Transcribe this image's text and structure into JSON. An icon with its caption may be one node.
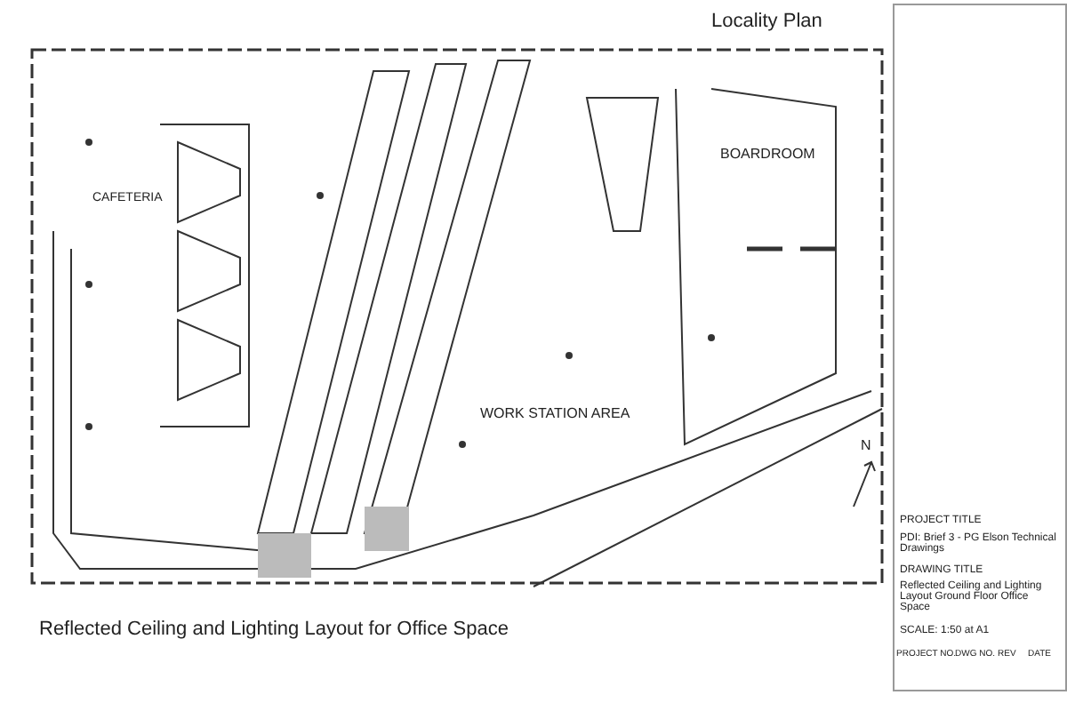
{
  "diagram": {
    "title": "Reflected Ceiling and Lighting Layout for Office Space",
    "labels": [
      "Locality Plan",
      "CAFETERIA",
      "BOARDROOM",
      "WORK STATION AREA",
      "N",
      "PROJECT TITLE",
      "PDI: Brief 3 - PG Elson Technical Drawings",
      "DRAWING TITLE",
      "Reflected Ceiling and Lighting Layout Ground Floor Office Space",
      "SCALE: 1:50 at A1",
      "PROJECT NO.",
      "DWG NO.",
      "REV",
      "DATE"
    ]
  }
}
